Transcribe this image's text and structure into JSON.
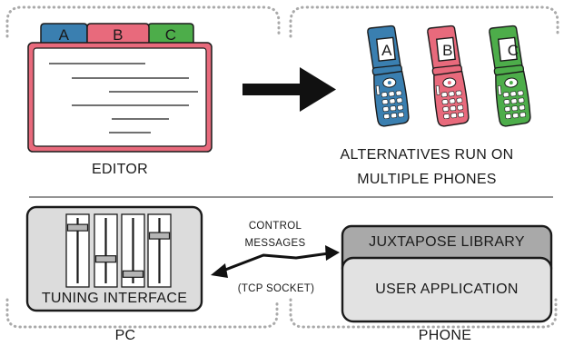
{
  "editor": {
    "tabs": [
      {
        "label": "A",
        "color": "#3a7fb0"
      },
      {
        "label": "B",
        "color": "#e86a7c"
      },
      {
        "label": "C",
        "color": "#4dad4a"
      }
    ],
    "caption": "EDITOR"
  },
  "phones": {
    "labels": [
      "A",
      "B",
      "C"
    ],
    "colors": [
      "#3a7fb0",
      "#e86a7c",
      "#4dad4a"
    ],
    "caption_line1": "ALTERNATIVES RUN ON",
    "caption_line2": "MULTIPLE PHONES"
  },
  "pc": {
    "panel_title": "TUNING INTERFACE",
    "caption": "PC",
    "slider_levels": [
      0.08,
      0.62,
      0.88,
      0.22
    ]
  },
  "connection": {
    "label_line1": "CONTROL",
    "label_line2": "MESSAGES",
    "label_line3": "(TCP SOCKET)"
  },
  "phone_stack": {
    "library": "JUXTAPOSE LIBRARY",
    "application": "USER APPLICATION",
    "caption": "PHONE"
  }
}
